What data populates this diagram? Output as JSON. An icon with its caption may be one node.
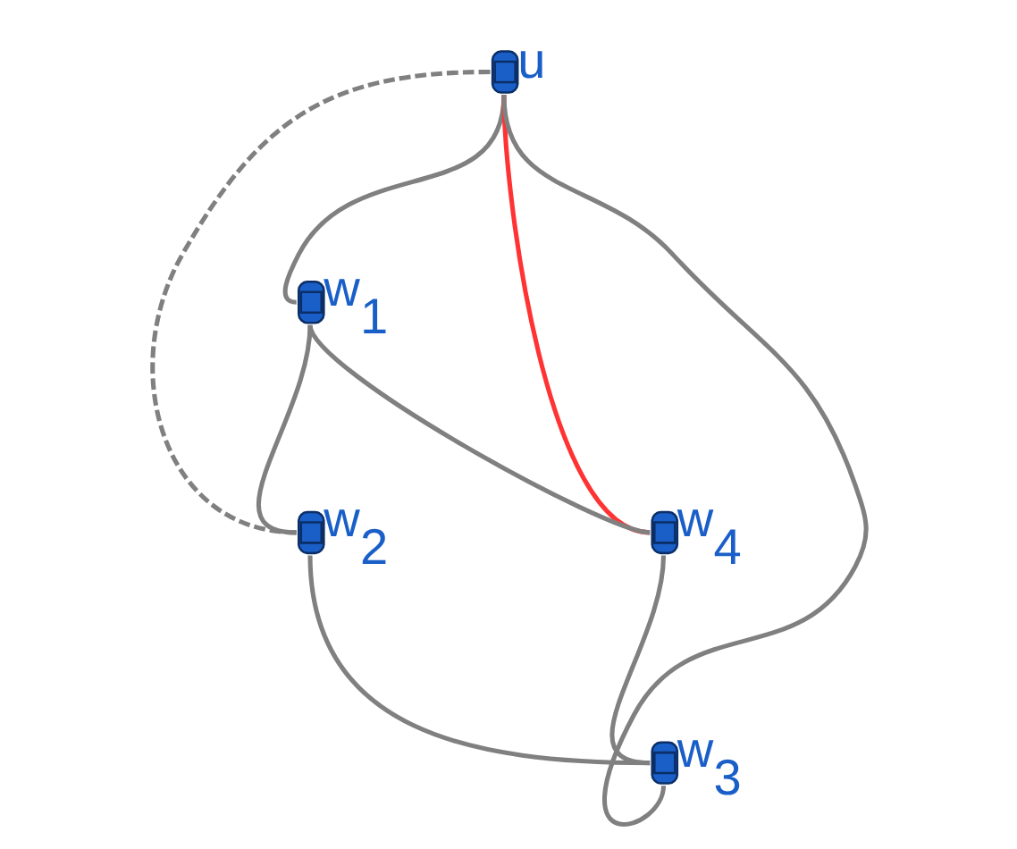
{
  "diagram": {
    "nodes": [
      {
        "text": [
          "u"
        ]
      },
      {
        "text": [
          "w$_{1}$"
        ]
      },
      {
        "text": [
          "w$_{2}$"
        ]
      },
      {
        "text": [
          "w$_{4}$"
        ]
      },
      {
        "text": [
          "w$_{3}$"
        ]
      }
    ],
    "edges": [
      {
        "from": 0,
        "to": 3,
        "arrow": "none",
        "color": "#ff3333"
      },
      {
        "from": 0,
        "to": 4,
        "arrow": "none"
      },
      {
        "from": 0,
        "to": 1,
        "arrow": "none"
      },
      {
        "from": 0,
        "to": 2,
        "arrow": "none",
        "style": "dashed"
      },
      {
        "from": 3,
        "to": 1,
        "arrow": "none"
      },
      {
        "from": 1,
        "to": 2,
        "arrow": "none"
      },
      {
        "from": 2,
        "to": 4,
        "arrow": "none"
      },
      {
        "from": 4,
        "to": 3,
        "arrow": "none"
      }
    ]
  }
}
